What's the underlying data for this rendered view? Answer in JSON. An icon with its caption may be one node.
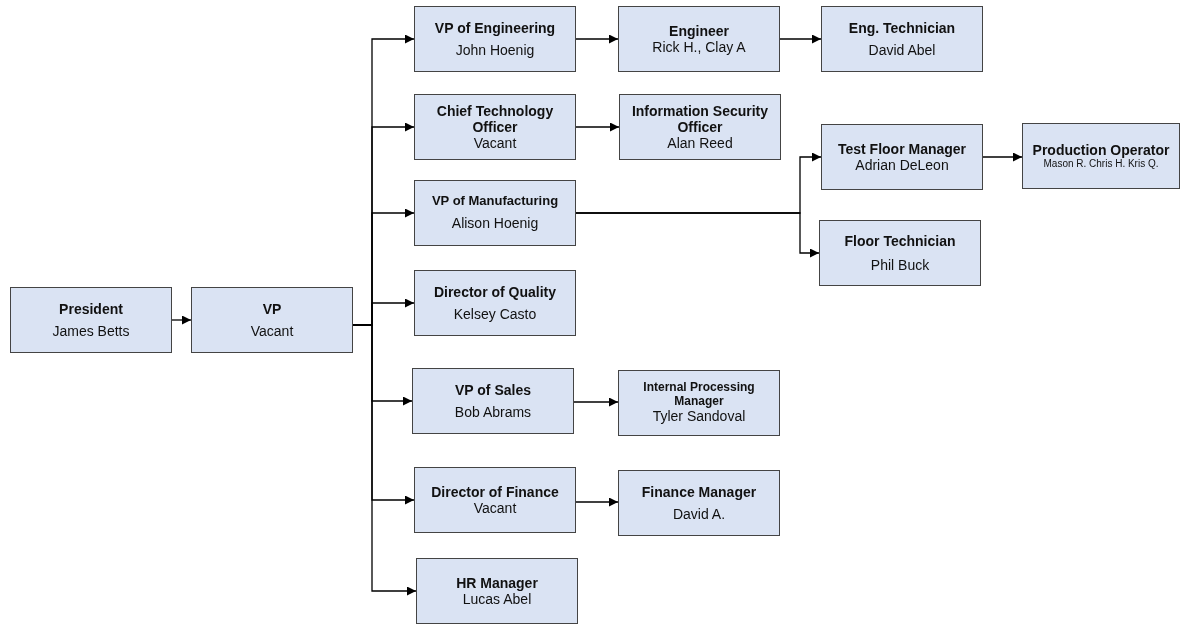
{
  "diagram": {
    "nodes": [
      {
        "text": [
          "President",
          "James Betts"
        ]
      },
      {
        "text": [
          "VP",
          "Vacant"
        ]
      },
      {
        "text": [
          "VP of Engineering",
          "John Hoenig"
        ]
      },
      {
        "text": [
          "Engineer",
          "Rick H., Clay A"
        ]
      },
      {
        "text": [
          "Eng. Technician",
          "David Abel"
        ]
      },
      {
        "text": [
          "Chief Technology Officer",
          "Vacant"
        ]
      },
      {
        "text": [
          "Information Security Officer",
          "Alan Reed"
        ]
      },
      {
        "text": [
          "VP of Manufacturing",
          "Alison Hoenig"
        ]
      },
      {
        "text": [
          "Test Floor Manager",
          "Adrian DeLeon"
        ]
      },
      {
        "text": [
          "Production Operator",
          "Mason R. Chris H. Kris Q."
        ]
      },
      {
        "text": [
          "Floor Technician",
          "Phil Buck"
        ]
      },
      {
        "text": [
          "Director of Quality",
          "Kelsey Casto"
        ]
      },
      {
        "text": [
          "VP of Sales",
          "Bob Abrams"
        ]
      },
      {
        "text": [
          "Internal Processing Manager",
          "Tyler Sandoval"
        ]
      },
      {
        "text": [
          "Director of Finance",
          "Vacant"
        ]
      },
      {
        "text": [
          "Finance Manager",
          "David A."
        ]
      },
      {
        "text": [
          "HR Manager",
          "Lucas Abel"
        ]
      }
    ],
    "edges": [
      {
        "from": 0,
        "to": 1,
        "arrow": "to"
      },
      {
        "from": 1,
        "to": 2,
        "arrow": "to"
      },
      {
        "from": 1,
        "to": 5,
        "arrow": "to"
      },
      {
        "from": 1,
        "to": 7,
        "arrow": "to"
      },
      {
        "from": 1,
        "to": 11,
        "arrow": "to"
      },
      {
        "from": 1,
        "to": 12,
        "arrow": "to"
      },
      {
        "from": 1,
        "to": 14,
        "arrow": "to"
      },
      {
        "from": 1,
        "to": 16,
        "arrow": "to"
      },
      {
        "from": 2,
        "to": 3,
        "arrow": "to"
      },
      {
        "from": 3,
        "to": 4,
        "arrow": "to"
      },
      {
        "from": 5,
        "to": 6,
        "arrow": "to"
      },
      {
        "from": 7,
        "to": 8,
        "arrow": "to"
      },
      {
        "from": 7,
        "to": 10,
        "arrow": "to"
      },
      {
        "from": 8,
        "to": 9,
        "arrow": "to"
      },
      {
        "from": 12,
        "to": 13,
        "arrow": "to"
      },
      {
        "from": 14,
        "to": 15,
        "arrow": "to"
      }
    ]
  }
}
